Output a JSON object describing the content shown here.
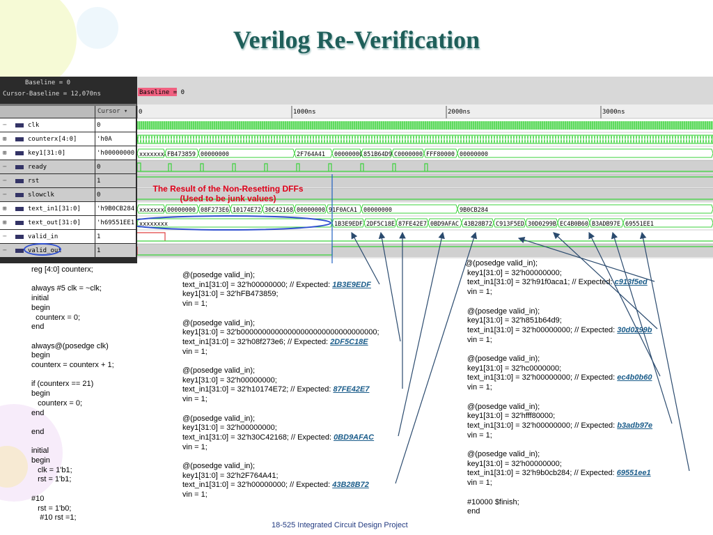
{
  "title": "Verilog Re-Verification",
  "footer": "18-525 Integrated Circuit Design Project",
  "waveform": {
    "baseline_label": "Baseline = 0",
    "cursor_baseline_label": "Cursor-Baseline = 12,070ns",
    "cursor_header": "Cursor ▾",
    "baseline_marker": "Baseline = 0",
    "ruler": [
      "0",
      "1000ns",
      "2000ns",
      "3000ns"
    ],
    "signals": [
      {
        "name": "clk",
        "value": "0"
      },
      {
        "name": "counterx[4:0]",
        "value": "'h0A"
      },
      {
        "name": "key1[31:0]",
        "value": "'h00000000"
      },
      {
        "name": "ready",
        "value": "0"
      },
      {
        "name": "rst",
        "value": "1"
      },
      {
        "name": "slowclk",
        "value": "0"
      },
      {
        "name": "text_in1[31:0]",
        "value": "'h9B0CB284"
      },
      {
        "name": "text_out[31:0]",
        "value": "'h69551EE1"
      },
      {
        "name": "valid_in",
        "value": "1"
      },
      {
        "name": "valid_out",
        "value": "1"
      }
    ],
    "key1_values": [
      "xxxxxxx▸",
      "FB473859",
      "00000000",
      "2F764A41",
      "00000000",
      "851B64D9",
      "C0000000",
      "FFF80000",
      "00000000"
    ],
    "text_in1_values": [
      "xxxxxxx▸",
      "00000000",
      "08F273E6",
      "10174E72",
      "30C42168",
      "00000000",
      "91F0ACA1",
      "00000000",
      "9B0CB284"
    ],
    "text_out_values": [
      "xxxxxxxx",
      "1B3E9EDF",
      "2DF5C18E",
      "87FE42E7",
      "0BD9AFAC",
      "43B28B72",
      "C913F5ED",
      "30D0299B",
      "EC4B0B60",
      "B3ADB97E",
      "69551EE1"
    ]
  },
  "annotation": "The Result of the Non-Resetting DFFs (Used to be junk values)",
  "code_left": [
    "reg [4:0] counterx;",
    "",
    "always #5 clk = ~clk;",
    "initial",
    "begin",
    "  counterx = 0;",
    "end",
    "",
    "always@(posedge clk)",
    "begin",
    "counterx = counterx + 1;",
    "",
    "if (counterx == 21)",
    "begin",
    "   counterx = 0;",
    "end",
    "",
    "end",
    "",
    "initial",
    "begin",
    "   clk = 1'b1;",
    "   rst = 1'b1;",
    "",
    "#10",
    "   rst = 1'b0;",
    "    #10 rst =1;"
  ],
  "code_mid": [
    {
      "t": "@(posedge valid_in);"
    },
    {
      "t": "text_in1[31:0] = 32'h00000000; // Expected: ",
      "h": "1B3E9EDF"
    },
    {
      "t": "key1[31:0] = 32'hFB473859;"
    },
    {
      "t": "vin = 1;"
    },
    {
      "t": ""
    },
    {
      "t": "@(posedge valid_in);"
    },
    {
      "t": "key1[31:0] = 32'b00000000000000000000000000000000;"
    },
    {
      "t": "text_in1[31:0] = 32'h08f273e6; // Expected: ",
      "h": "2DF5C18E"
    },
    {
      "t": "vin = 1;"
    },
    {
      "t": ""
    },
    {
      "t": "@(posedge valid_in);"
    },
    {
      "t": "key1[31:0] = 32'h00000000;"
    },
    {
      "t": "text_in1[31:0] = 32'h10174E72; // Expected: ",
      "h": "87FE42E7"
    },
    {
      "t": "vin = 1;"
    },
    {
      "t": ""
    },
    {
      "t": "@(posedge valid_in);"
    },
    {
      "t": "key1[31:0] = 32'h00000000;"
    },
    {
      "t": "text_in1[31:0] = 32'h30C42168; // Expected: ",
      "h": "0BD9AFAC"
    },
    {
      "t": "vin = 1;"
    },
    {
      "t": ""
    },
    {
      "t": "@(posedge valid_in);"
    },
    {
      "t": "key1[31:0] = 32'h2F764A41;"
    },
    {
      "t": "text_in1[31:0] = 32'h00000000; // Expected: ",
      "h": "43B28B72"
    },
    {
      "t": "vin = 1;"
    }
  ],
  "code_right": [
    {
      "t": "@(posedge valid_in);"
    },
    {
      "t": " key1[31:0] = 32'h00000000;"
    },
    {
      "t": " text_in1[31:0] = 32'h91f0aca1; // Expected: ",
      "h": "c913f5ed"
    },
    {
      "t": " vin = 1;"
    },
    {
      "t": ""
    },
    {
      "t": " @(posedge valid_in);"
    },
    {
      "t": " key1[31:0] = 32'h851b64d9;"
    },
    {
      "t": " text_in1[31:0] = 32'h00000000; // Expected: ",
      "h": "30d0299b"
    },
    {
      "t": " vin = 1;"
    },
    {
      "t": ""
    },
    {
      "t": " @(posedge valid_in);"
    },
    {
      "t": " key1[31:0] = 32'hc0000000;"
    },
    {
      "t": " text_in1[31:0] = 32'h00000000; // Expected: ",
      "h": "ec4b0b60"
    },
    {
      "t": " vin = 1;"
    },
    {
      "t": ""
    },
    {
      "t": " @(posedge valid_in);"
    },
    {
      "t": " key1[31:0] = 32'hfff80000;"
    },
    {
      "t": " text_in1[31:0] = 32'h00000000; // Expected: ",
      "h": "b3adb97e"
    },
    {
      "t": " vin = 1;"
    },
    {
      "t": ""
    },
    {
      "t": " @(posedge valid_in);"
    },
    {
      "t": " key1[31:0] = 32'h00000000;"
    },
    {
      "t": " text_in1[31:0] = 32'h9b0cb284; // Expected: ",
      "h": "69551ee1"
    },
    {
      "t": " vin = 1;"
    },
    {
      "t": ""
    },
    {
      "t": " #10000 $finish;"
    },
    {
      "t": " end"
    }
  ],
  "colors": {
    "title": "#1f5f5a",
    "wave_green": "#3bd23b",
    "annotation": "#e0001a",
    "highlight": "#1a5c8a",
    "ellipse": "#3050d0"
  }
}
